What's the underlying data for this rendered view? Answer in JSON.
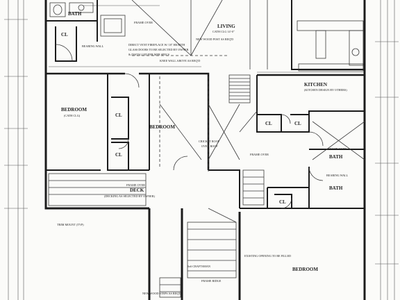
{
  "rooms": {
    "bath_top": "BATH",
    "cl_top": "CL",
    "living": "LIVING",
    "living_size": "CATH CLG 14'-0\"",
    "kitchen": "KITCHEN",
    "bedroom_left": "BEDROOM",
    "bedroom_left_sub": "(CATH CLG)",
    "cl_mid": "CL",
    "cl_mid2": "CL",
    "cl_right": "CL",
    "cl_right2": "CL",
    "bath_right": "BATH",
    "bath_right2": "BATH",
    "cl_lower": "CL",
    "bedroom_right": "BEDROOM",
    "deck": "DECK",
    "bedroom_center": "BEDROOM"
  },
  "notes": {
    "bearing_wall_top": "BEARING WALL",
    "fireplace": "DIRECT VENT FIREPLACE W/ 18\" HEARTH",
    "glass_doors": "GLASS DOORS TO BE SELECTED BY OWNER",
    "installed": "& INSTALLED PER MFR SPECS",
    "frame_over": "FRAME OVER",
    "ridge_beam": "NEW WOOD POST AS REQ'D",
    "knee_wall": "KNEE WALL ABOVE AS REQ'D",
    "kitchen_design": "(KITCHEN DESIGN BY OTHERS)",
    "cricket": "CRICKET ROOF",
    "overhang": "OVER ROOF",
    "deck_note": "(DECKING AS SELECTED BY OWNER)",
    "bearing_wall_right": "BEARING WALL",
    "frame_over_right": "FRAME OVER",
    "framing": "EXISTING OPENING TO BE FILLED",
    "trim_note": "TRIM MOUNT (TYP)",
    "craftsman": "6x6 CRAFTSMAN",
    "new_steps": "NEW WOOD STEPS AS REQ'D",
    "frame_over_mid": "FRAME OVER",
    "deck_frame": "FRAME OVER",
    "ridge": "FRAME RIDGE"
  }
}
